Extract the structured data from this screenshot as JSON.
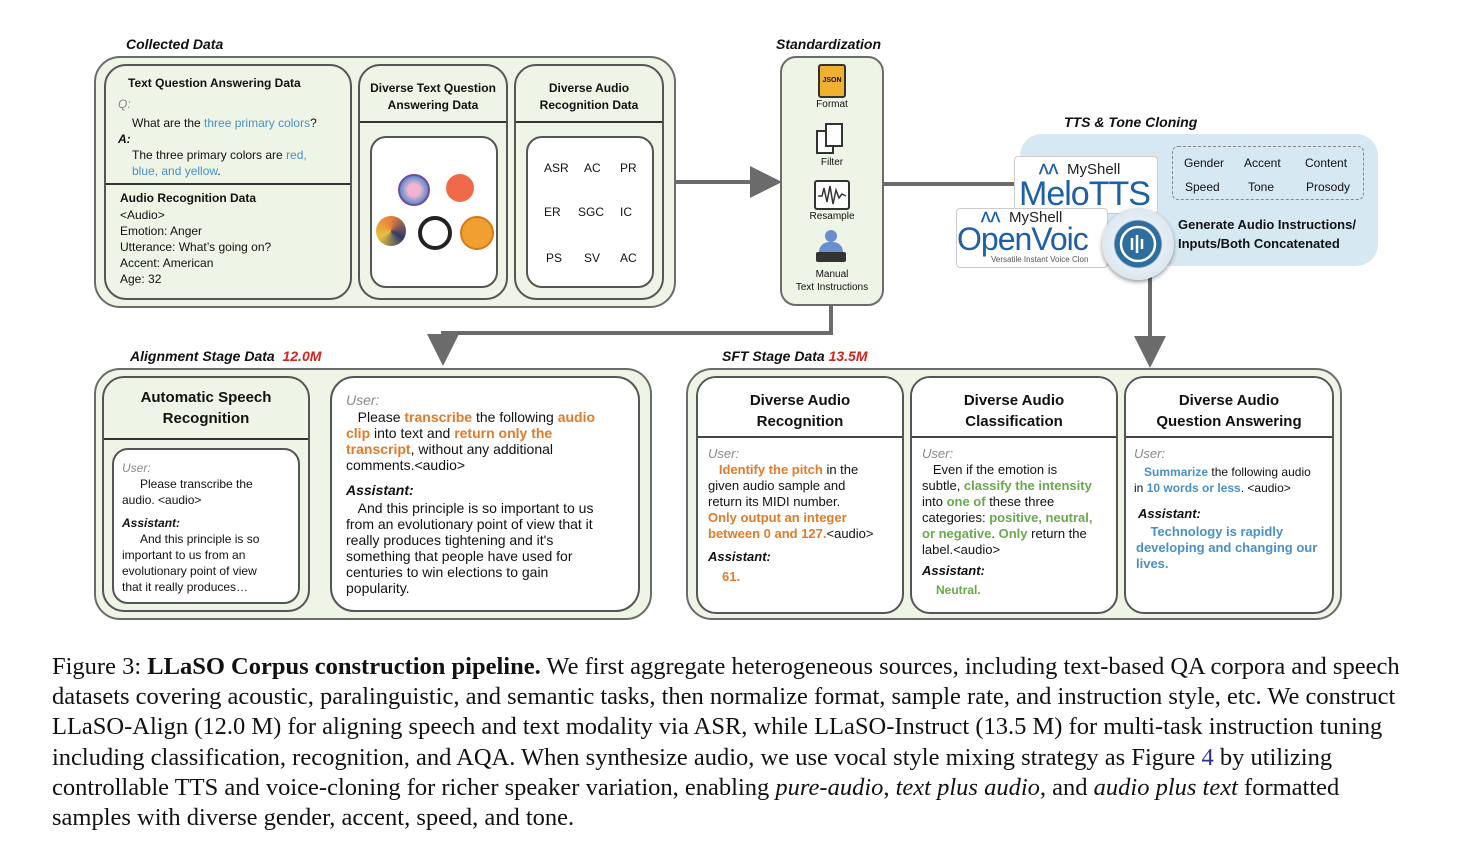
{
  "collected": {
    "title": "Collected Data",
    "text_qa": {
      "title": "Text Question Answering Data",
      "q_label": "Q:",
      "q_pre": "What are the ",
      "q_hl": "three primary colors",
      "q_post": "?",
      "a_label": "A:",
      "a_pre": "The three primary colors are ",
      "a_hl1": "red,",
      "a_hl2": "blue, and yellow",
      "a_post": "."
    },
    "audio_rec": {
      "title": "Audio Recognition Data",
      "lines": [
        "<Audio>",
        "Emotion: Anger",
        "Utterance: What’s going on?",
        "Accent: American",
        "Age: 32"
      ]
    },
    "diverse_text": {
      "title1": "Diverse Text Question",
      "title2": "Answering Data"
    },
    "diverse_audio": {
      "title1": "Diverse Audio",
      "title2": "Recognition Data",
      "grid": [
        "ASR",
        "AC",
        "PR",
        "ER",
        "SGC",
        "IC",
        "PS",
        "SV",
        "AC"
      ]
    }
  },
  "standardization": {
    "title": "Standardization",
    "json_glyph": "JSON",
    "steps": [
      "Format",
      "Filter",
      "Resample",
      "Manual",
      "Text Instructions"
    ]
  },
  "tts": {
    "title": "TTS & Tone Cloning",
    "attrs": [
      "Gender",
      "Accent",
      "Content",
      "Speed",
      "Tone",
      "Prosody"
    ],
    "generate1": "Generate Audio Instructions/",
    "generate2": "Inputs/Both Concatenated",
    "melo_brand": "MyShell",
    "melo_name": "MeloTTS",
    "open_brand": "MyShell",
    "open_name": "OpenVoic",
    "open_sub": "Versatile Instant Voice Clon"
  },
  "alignment": {
    "title": "Alignment Stage  Data",
    "size": "12.0M",
    "asr_title1": "Automatic Speech",
    "asr_title2": "Recognition",
    "small": {
      "user_label": "User:",
      "user_text1": "Please transcribe the",
      "user_text2": "audio. <audio>",
      "assistant_label": "Assistant:",
      "assistant_lines": [
        "And this principle is so",
        "important to us from an",
        "evolutionary point of view",
        "that it really produces…"
      ]
    },
    "big": {
      "user_label": "User:",
      "u1": "Please ",
      "u2": "transcribe",
      "u3": " the following ",
      "u4": "audio",
      "u5": "clip",
      "u6": " into text and ",
      "u7": "return only the",
      "u8": "transcript",
      "u9": ", without any additional",
      "u10": "comments.<audio>",
      "assistant_label": "Assistant:",
      "assistant_lines": [
        "And this principle is so important to us",
        "from an evolutionary point of view that it",
        "really produces tightening and it's",
        "something that people have used for",
        "centuries to win elections to gain",
        "popularity."
      ]
    }
  },
  "sft": {
    "title": "SFT Stage Data",
    "size": "13.5M",
    "rec": {
      "title1": "Diverse Audio",
      "title2": "Recognition",
      "user_label": "User:",
      "l1a": "Identify the pitch",
      "l1b": " in the",
      "l2": "given audio sample and",
      "l3": "return its MIDI number.",
      "l4": "Only output an integer",
      "l5a": "between 0 and 127.",
      "l5b": "<audio>",
      "assistant_label": "Assistant:",
      "answer": "61."
    },
    "cls": {
      "title1": "Diverse Audio",
      "title2": "Classification",
      "user_label": "User:",
      "l1": "Even if the emotion is",
      "l2a": "subtle, ",
      "l2b": "classify the intensity",
      "l3a": "into ",
      "l3b": "one of",
      "l3c": " these three",
      "l4a": "categories: ",
      "l4b": "positive, neutral,",
      "l5a": "or negative",
      "l5b": ". ",
      "l5c": "Only",
      "l5d": " return the",
      "l6": "label.<audio>",
      "assistant_label": "Assistant:",
      "answer": "Neutral."
    },
    "qa": {
      "title1": "Diverse Audio",
      "title2": "Question Answering",
      "user_label": "User:",
      "l1a": "Summarize",
      "l1b": " the following audio",
      "l2a": "in ",
      "l2b": "10 words or less",
      "l2c": ". <audio>",
      "assistant_label": "Assistant:",
      "answer_lines": [
        "Technology is rapidly",
        "developing and changing our",
        "lives."
      ]
    }
  },
  "caption": {
    "fig": "Figure 3: ",
    "bold": "LLaSO Corpus construction pipeline.",
    "t1": " We first aggregate heterogeneous sources, including text-based QA corpora and speech datasets covering acoustic, paralinguistic, and semantic tasks, then normalize format, sample rate, and instruction style, etc.  We construct LLaSO-Align (12.0 M) for aligning speech and text modality via ASR, while LLaSO-Instruct (13.5 M) for multi-task instruction tuning including classification, recognition, and AQA. When synthesize audio, we use vocal style mixing strategy as Figure ",
    "ref": "4",
    "t2": " by utilizing controllable TTS and voice-cloning for richer speaker variation, enabling ",
    "i1": "pure-audio",
    "t3": ", ",
    "i2": "text plus audio",
    "t4": ", and ",
    "i3": "audio plus text",
    "t5": " formatted samples with diverse gender, accent, speed, and tone."
  }
}
